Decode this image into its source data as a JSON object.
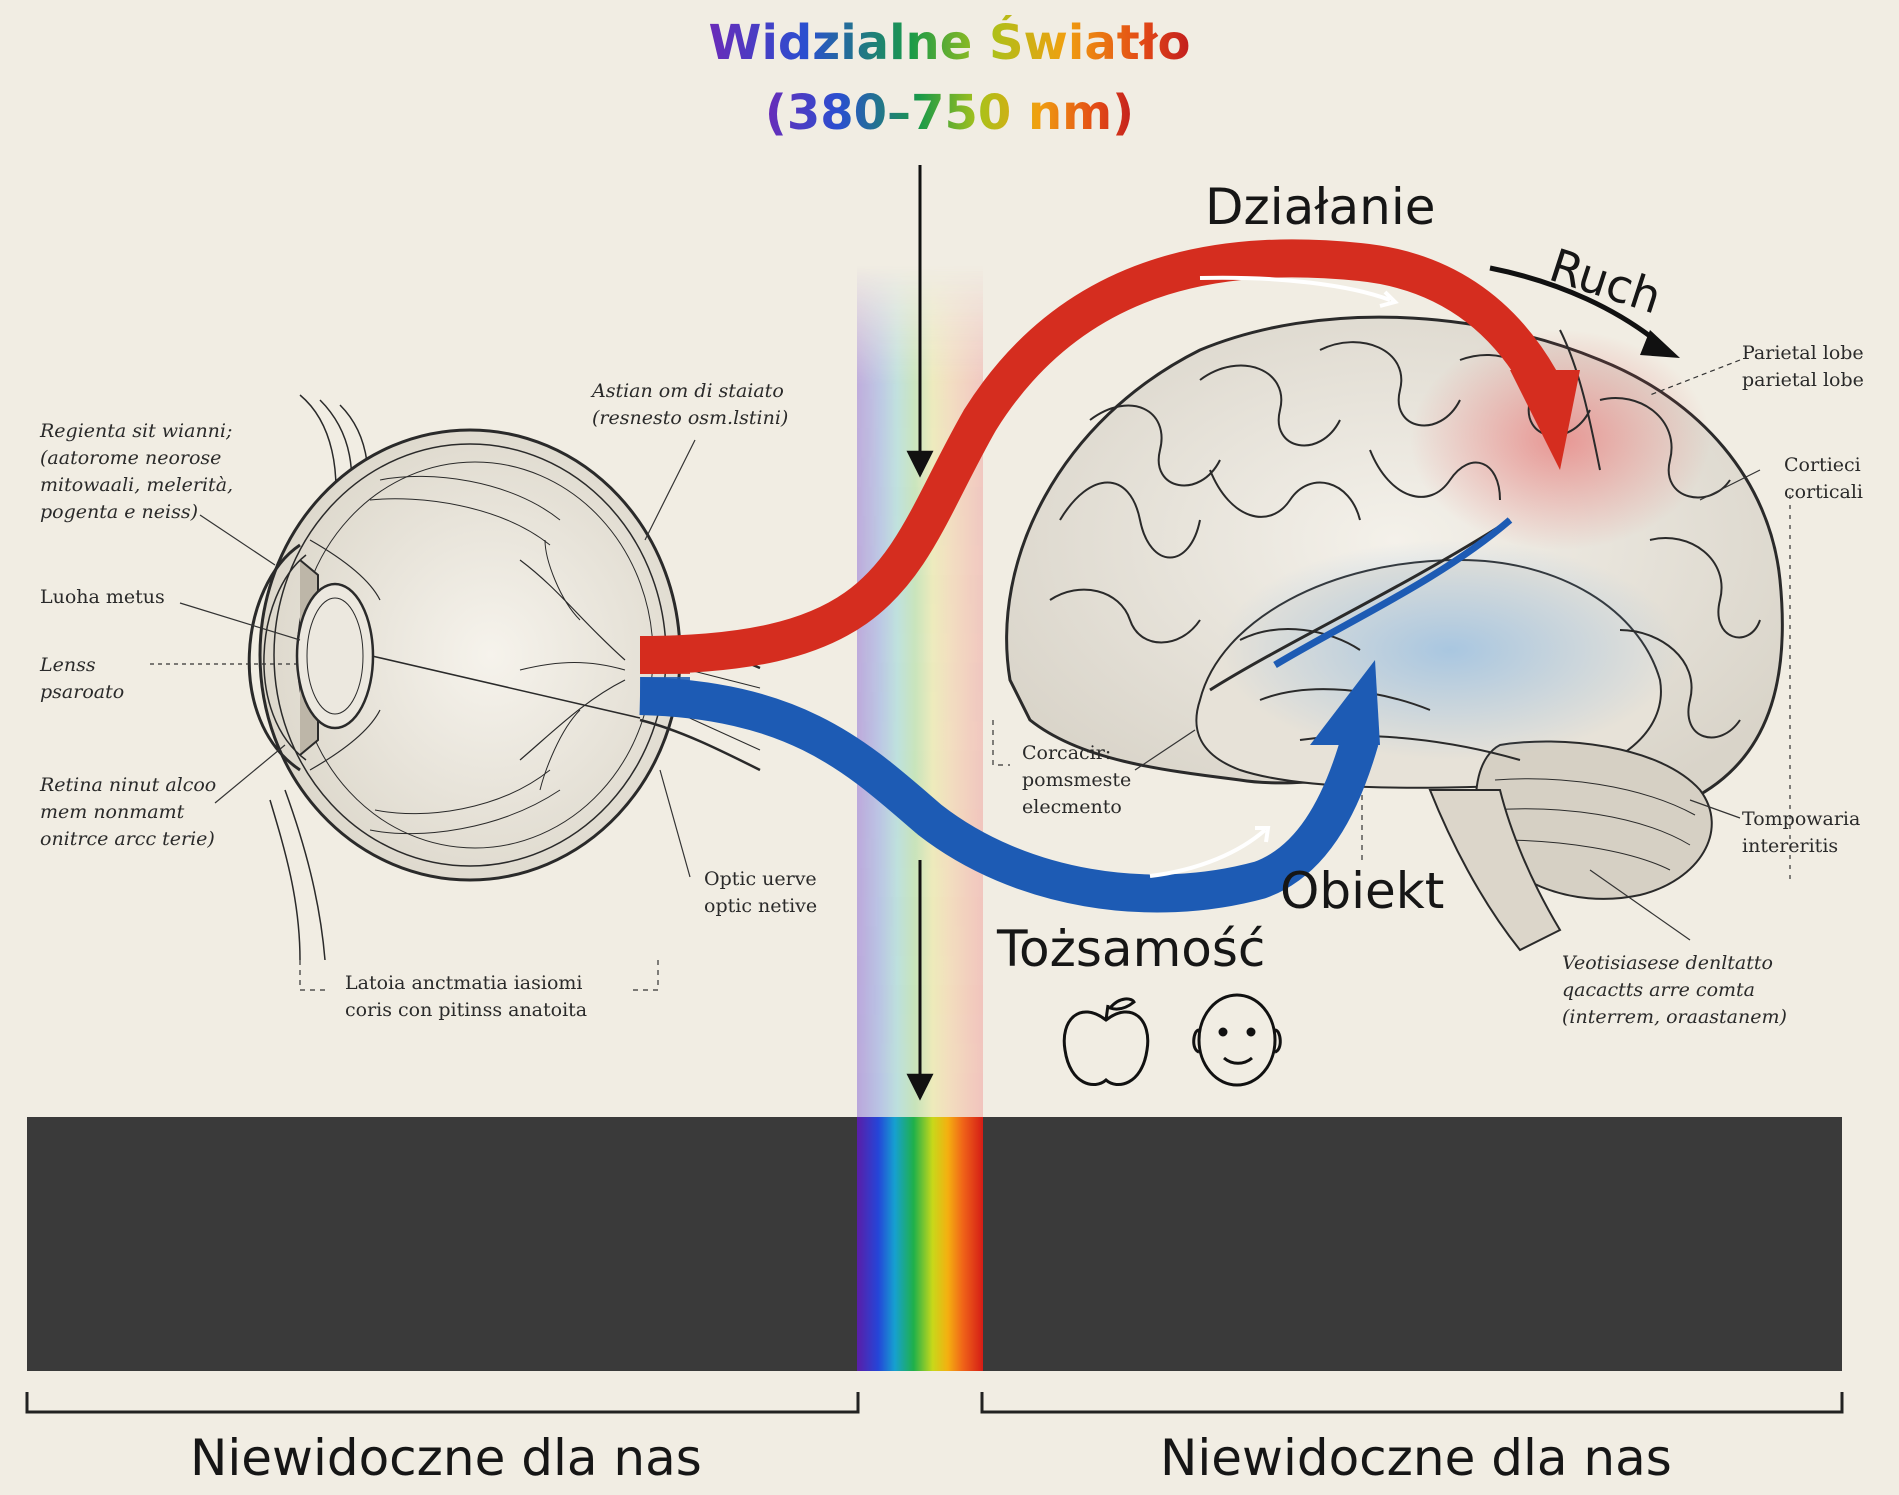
{
  "title": {
    "line1": "Widzialne Światło",
    "line2": "(380–750 nm)"
  },
  "pathways": {
    "dorsal_label": "Działanie",
    "motion_label": "Ruch",
    "ventral_label": "Obiekt",
    "identity_label": "Tożsamość"
  },
  "eye_labels": {
    "top_left": [
      "Regienta sit wianni;",
      "(aatorome neorose",
      "mitowaali, melerità,",
      "pogenta e neiss)"
    ],
    "top_right": [
      "Astian om di staiato",
      "(resnesto osm.lstini)"
    ],
    "luoha": [
      "Luoha metus"
    ],
    "lens": [
      "Lenss",
      "psaroato"
    ],
    "retina": [
      "Retina ninut alcoo",
      "mem nonmamt",
      "onitrce arcc terie)"
    ],
    "optic": [
      "Optic uerve",
      "optic netive"
    ],
    "bottom": [
      "Latoia anctmatia iasiomi",
      "coris con pitinss anatoita"
    ]
  },
  "brain_labels": {
    "parietal": [
      "Parietal lobe",
      "parietal lobe"
    ],
    "cortici": [
      "Cortieci",
      "corticali"
    ],
    "corcacir": [
      "Corcacir:",
      "pomsmeste",
      "elecmento"
    ],
    "temporal": [
      "Tompowaria",
      "intereritis"
    ],
    "bottom": [
      "Veotisiasese denltatto",
      "qacactts arre comta",
      "(interrem, oraastanem)"
    ]
  },
  "icons": [
    "apple-icon",
    "face-icon"
  ],
  "bottom_labels": {
    "left": "Niewidoczne dla nas",
    "right": "Niewidoczne dla nas"
  },
  "colors": {
    "background": "#f1ede3",
    "dorsal_stream": "#d52d1f",
    "ventral_stream": "#1d5bb4",
    "dark_band": "#3a3a3a",
    "ink": "#1a1a1a"
  }
}
